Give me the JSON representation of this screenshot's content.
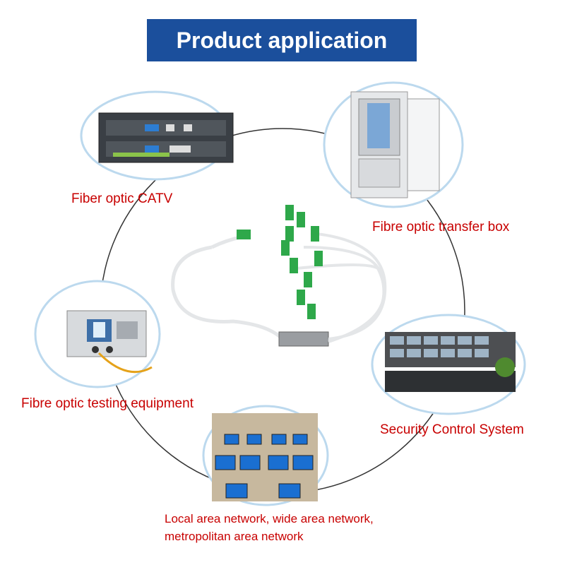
{
  "title": "Product application",
  "colors": {
    "banner": "#1b4f9c",
    "label": "#c80000",
    "ring": "#333333",
    "bubble_edge": "#bcd9ee"
  },
  "items": [
    {
      "name": "fiber-optic-catv",
      "label": "Fiber optic CATV",
      "icon": "rack-equipment-icon"
    },
    {
      "name": "transfer-box",
      "label": "Fibre optic transfer box",
      "icon": "cabinet-icon"
    },
    {
      "name": "security",
      "label": "Security Control System",
      "icon": "control-room-icon"
    },
    {
      "name": "network",
      "label_line1": "Local area network, wide area network,",
      "label_line2": "metropolitan area network",
      "icon": "computer-lab-icon"
    },
    {
      "name": "testing",
      "label": "Fibre optic testing equipment",
      "icon": "test-instrument-icon"
    }
  ],
  "center_icon": "plc-splitter-icon"
}
